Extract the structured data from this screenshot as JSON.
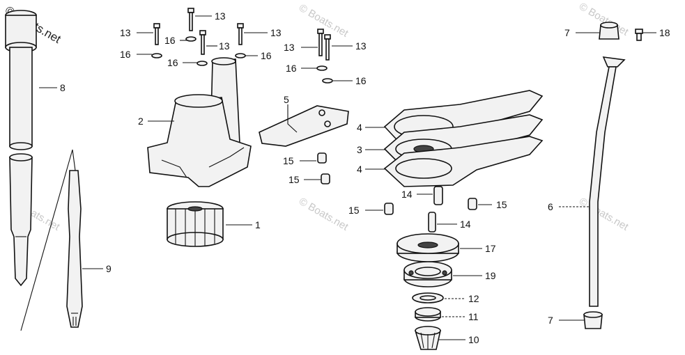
{
  "watermark": {
    "main": "© Boats.net",
    "repeat": "© Boats.net"
  },
  "callouts": [
    {
      "id": "c13a",
      "text": "13"
    },
    {
      "id": "c13b",
      "text": "13"
    },
    {
      "id": "c13c",
      "text": "13"
    },
    {
      "id": "c13d",
      "text": "13"
    },
    {
      "id": "c13e",
      "text": "13"
    },
    {
      "id": "c13f",
      "text": "13"
    },
    {
      "id": "c16a",
      "text": "16"
    },
    {
      "id": "c16b",
      "text": "16"
    },
    {
      "id": "c16c",
      "text": "16"
    },
    {
      "id": "c16d",
      "text": "16"
    },
    {
      "id": "c16e",
      "text": "16"
    },
    {
      "id": "c16f",
      "text": "16"
    },
    {
      "id": "c8",
      "text": "8"
    },
    {
      "id": "c2",
      "text": "2"
    },
    {
      "id": "c5",
      "text": "5"
    },
    {
      "id": "c4a",
      "text": "4"
    },
    {
      "id": "c3",
      "text": "3"
    },
    {
      "id": "c4b",
      "text": "4"
    },
    {
      "id": "c15a",
      "text": "15"
    },
    {
      "id": "c15b",
      "text": "15"
    },
    {
      "id": "c15c",
      "text": "15"
    },
    {
      "id": "c15d",
      "text": "15"
    },
    {
      "id": "c14a",
      "text": "14"
    },
    {
      "id": "c14b",
      "text": "14"
    },
    {
      "id": "c1",
      "text": "1"
    },
    {
      "id": "c9",
      "text": "9"
    },
    {
      "id": "c17",
      "text": "17"
    },
    {
      "id": "c19",
      "text": "19"
    },
    {
      "id": "c12",
      "text": "12"
    },
    {
      "id": "c11",
      "text": "11"
    },
    {
      "id": "c10",
      "text": "10"
    },
    {
      "id": "c7a",
      "text": "7"
    },
    {
      "id": "c18",
      "text": "18"
    },
    {
      "id": "c6",
      "text": "6"
    },
    {
      "id": "c7b",
      "text": "7"
    }
  ]
}
